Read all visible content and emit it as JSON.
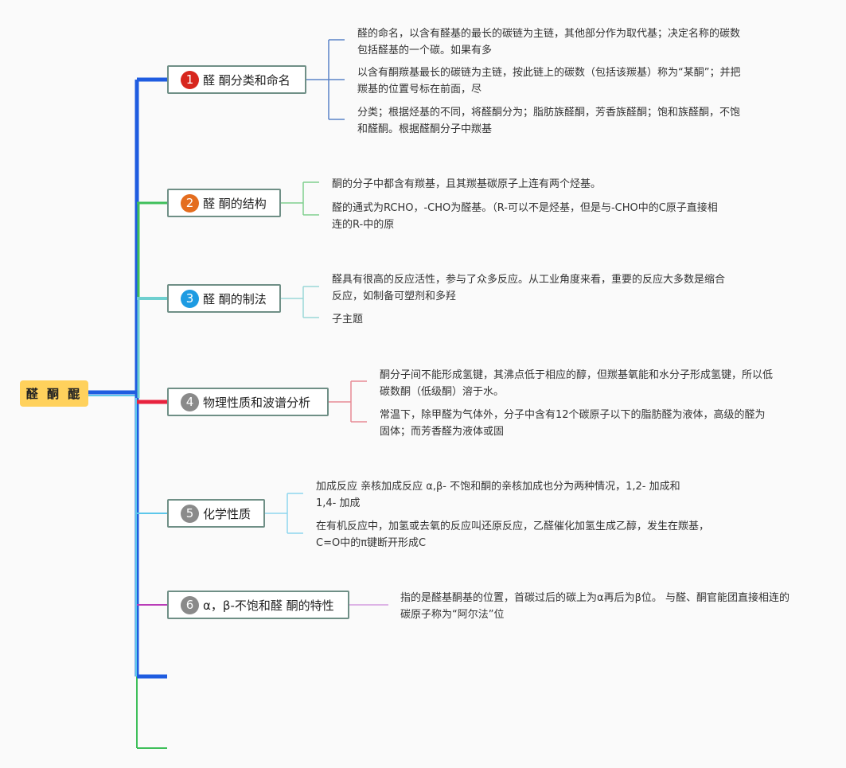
{
  "root": {
    "label": "醛 酮 醌"
  },
  "branches": [
    {
      "num": "1",
      "label": "醛 酮分类和命名",
      "badge_color": "#d7261d",
      "line_color": "#1f5ce0",
      "leaves": [
        "醛的命名，以含有醛基的最长的碳链为主链，其他部分作为取代基；决定名称的碳数包括醛基的一个碳。如果有多",
        "以含有酮羰基最长的碳链为主链，按此链上的碳数（包括该羰基）称为“某酮”；并把羰基的位置号标在前面，尽",
        "分类；根据烃基的不同，将醛酮分为；脂肪族醛酮，芳香族醛酮；饱和族醛酮，不饱和醛酮。根据醛酮分子中羰基"
      ]
    },
    {
      "num": "2",
      "label": "醛 酮的结构",
      "badge_color": "#e46d1e",
      "line_color": "#3ebf5a",
      "leaves": [
        "酮的分子中都含有羰基，且其羰基碳原子上连有两个烃基。",
        "醛的通式为RCHO，-CHO为醛基。（R-可以不是烃基，但是与-CHO中的C原子直接相连的R-中的原"
      ]
    },
    {
      "num": "3",
      "label": "醛 酮的制法",
      "badge_color": "#1d9be2",
      "line_color": "#6ecfcf",
      "leaves": [
        "醛具有很高的反应活性，参与了众多反应。从工业角度来看，重要的反应大多数是缩合反应，如制备可塑剂和多羟",
        "子主题"
      ]
    },
    {
      "num": "4",
      "label": "物理性质和波谱分析",
      "badge_color": "#8a8a8a",
      "line_color": "#e8223e",
      "leaves": [
        "酮分子间不能形成氢键，其沸点低于相应的醇，但羰基氧能和水分子形成氢键，所以低碳数酮（低级酮）溶于水。",
        "常温下，除甲醛为气体外，分子中含有12个碳原子以下的脂肪醛为液体，高级的醛为固体；而芳香醛为液体或固"
      ]
    },
    {
      "num": "5",
      "label": "化学性质",
      "badge_color": "#8a8a8a",
      "line_color": "#5cc7ea",
      "leaves": [
        "加成反应 亲核加成反应 α,β- 不饱和酮的亲核加成也分为两种情况，1,2- 加成和 1,4- 加成",
        "在有机反应中，加氢或去氧的反应叫还原反应，乙醛催化加氢生成乙醇，发生在羰基，C=O中的π键断开形成C"
      ]
    },
    {
      "num": "6",
      "label": "α，β-不饱和醛 酮的特性",
      "badge_color": "#8a8a8a",
      "line_color": "#b93cb8",
      "leaves": [
        "指的是醛基酮基的位置，首碳过后的碳上为α再后为β位。 与醛、酮官能团直接相连的碳原子称为“阿尔法”位"
      ]
    }
  ]
}
